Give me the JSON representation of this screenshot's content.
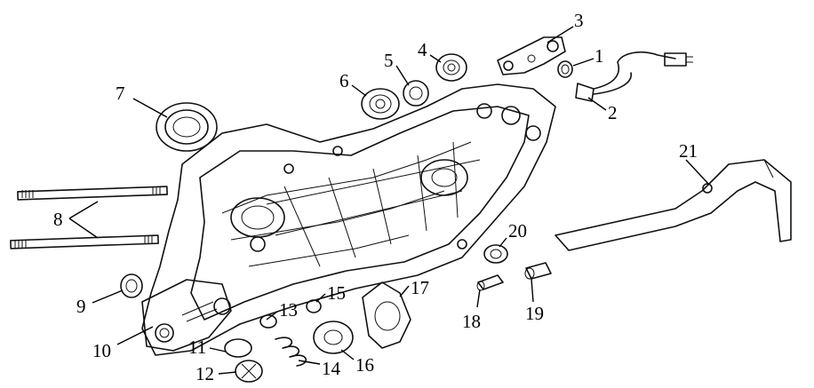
{
  "diagram": {
    "callouts": [
      {
        "id": "1",
        "text": "1"
      },
      {
        "id": "2",
        "text": "2"
      },
      {
        "id": "3",
        "text": "3"
      },
      {
        "id": "4",
        "text": "4"
      },
      {
        "id": "5",
        "text": "5"
      },
      {
        "id": "6",
        "text": "6"
      },
      {
        "id": "7",
        "text": "7"
      },
      {
        "id": "8",
        "text": "8"
      },
      {
        "id": "9",
        "text": "9"
      },
      {
        "id": "10",
        "text": "10"
      },
      {
        "id": "11",
        "text": "11"
      },
      {
        "id": "12",
        "text": "12"
      },
      {
        "id": "13",
        "text": "13"
      },
      {
        "id": "14",
        "text": "14"
      },
      {
        "id": "15",
        "text": "15"
      },
      {
        "id": "16",
        "text": "16"
      },
      {
        "id": "17",
        "text": "17"
      },
      {
        "id": "18",
        "text": "18"
      },
      {
        "id": "19",
        "text": "19"
      },
      {
        "id": "20",
        "text": "20"
      },
      {
        "id": "21",
        "text": "21"
      }
    ],
    "colors": {
      "line": "#111111",
      "background": "#ffffff"
    }
  }
}
